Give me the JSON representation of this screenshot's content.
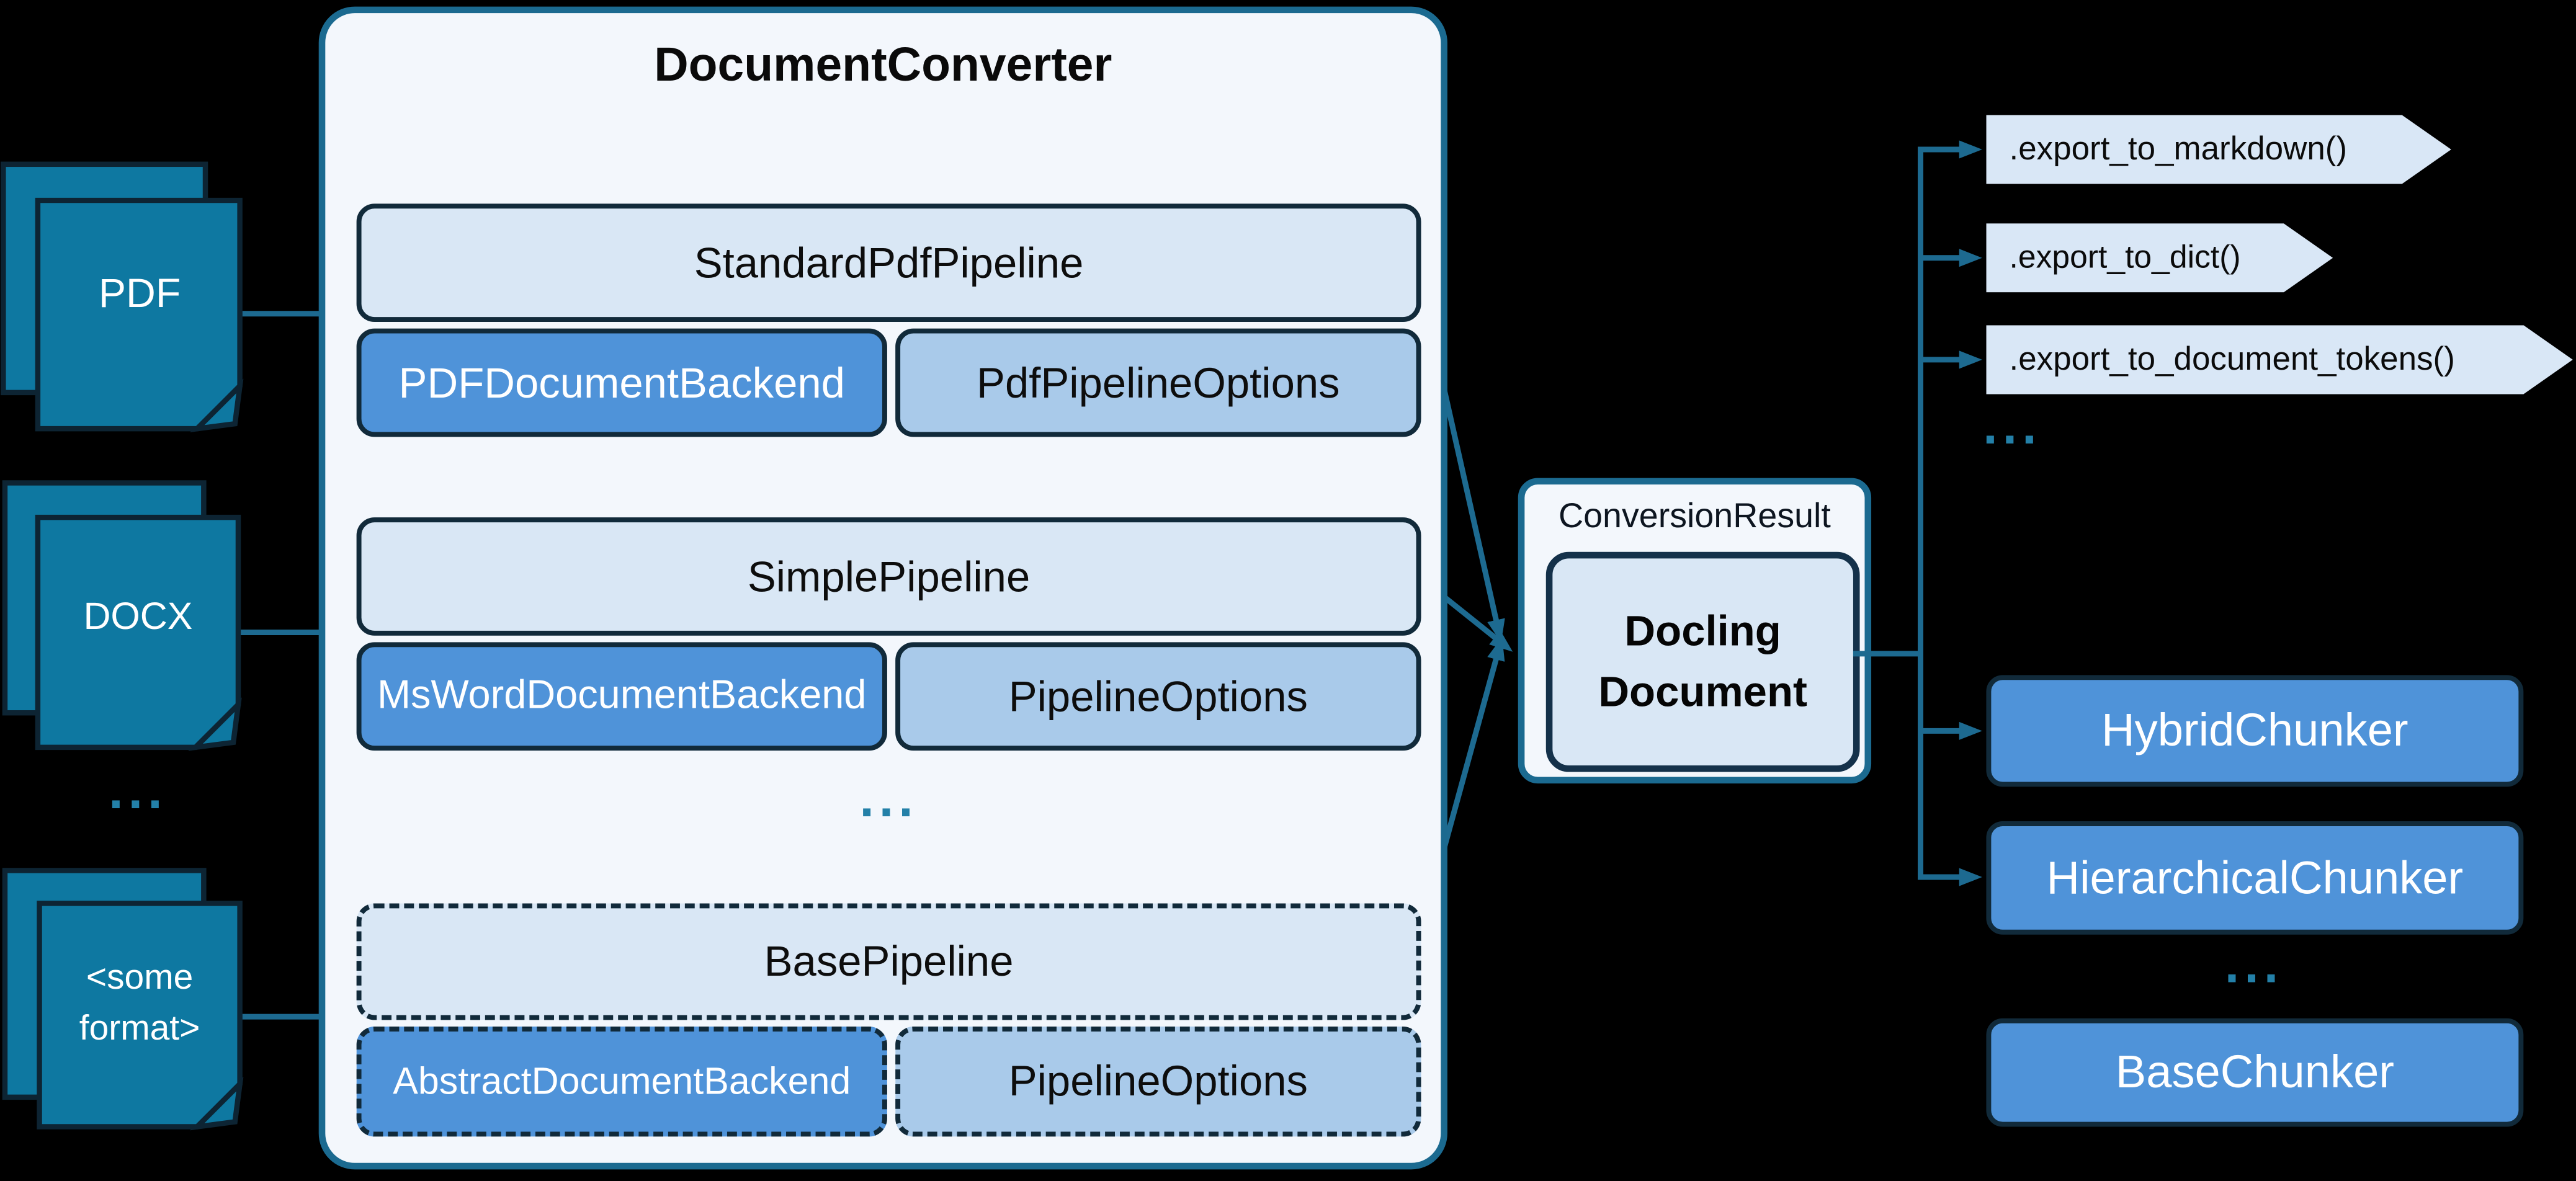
{
  "converter": {
    "title": "DocumentConverter",
    "ellipsis": "...",
    "pipelines": [
      {
        "name": "StandardPdfPipeline",
        "backend": "PDFDocumentBackend",
        "options": "PdfPipelineOptions"
      },
      {
        "name": "SimplePipeline",
        "backend": "MsWordDocumentBackend",
        "options": "PipelineOptions"
      },
      {
        "name": "BasePipeline",
        "backend": "AbstractDocumentBackend",
        "options": "PipelineOptions"
      }
    ]
  },
  "inputs": {
    "ellipsis": "...",
    "items": [
      {
        "label": "PDF"
      },
      {
        "label": "DOCX"
      },
      {
        "label": "<some format>",
        "line1": "<some",
        "line2": "format>"
      }
    ]
  },
  "result": {
    "container_label": "ConversionResult",
    "box_label": "Docling Document",
    "box_line1": "Docling",
    "box_line2": "Document"
  },
  "exports": {
    "ellipsis": "...",
    "items": [
      ".export_to_markdown()",
      ".export_to_dict()",
      ".export_to_document_tokens()"
    ]
  },
  "chunkers": {
    "ellipsis": "...",
    "items": [
      "HybridChunker",
      "HierarchicalChunker",
      "BaseChunker"
    ]
  },
  "colors": {
    "background": "#000000",
    "document_icon_fill": "#0e78a1",
    "dark_navy_border": "#112a3a",
    "teal_line": "#1d6a90",
    "container_fill": "#f3f7fc",
    "container_border": "#1b6a90",
    "light_blue_fill": "#d9e7f5",
    "medium_blue_fill": "#4f93d9",
    "pale_blue_fill": "#a9caea",
    "ellipsis_dots": "#2380a8",
    "white_text": "#ffffff",
    "black_text": "#0b0b0b"
  }
}
